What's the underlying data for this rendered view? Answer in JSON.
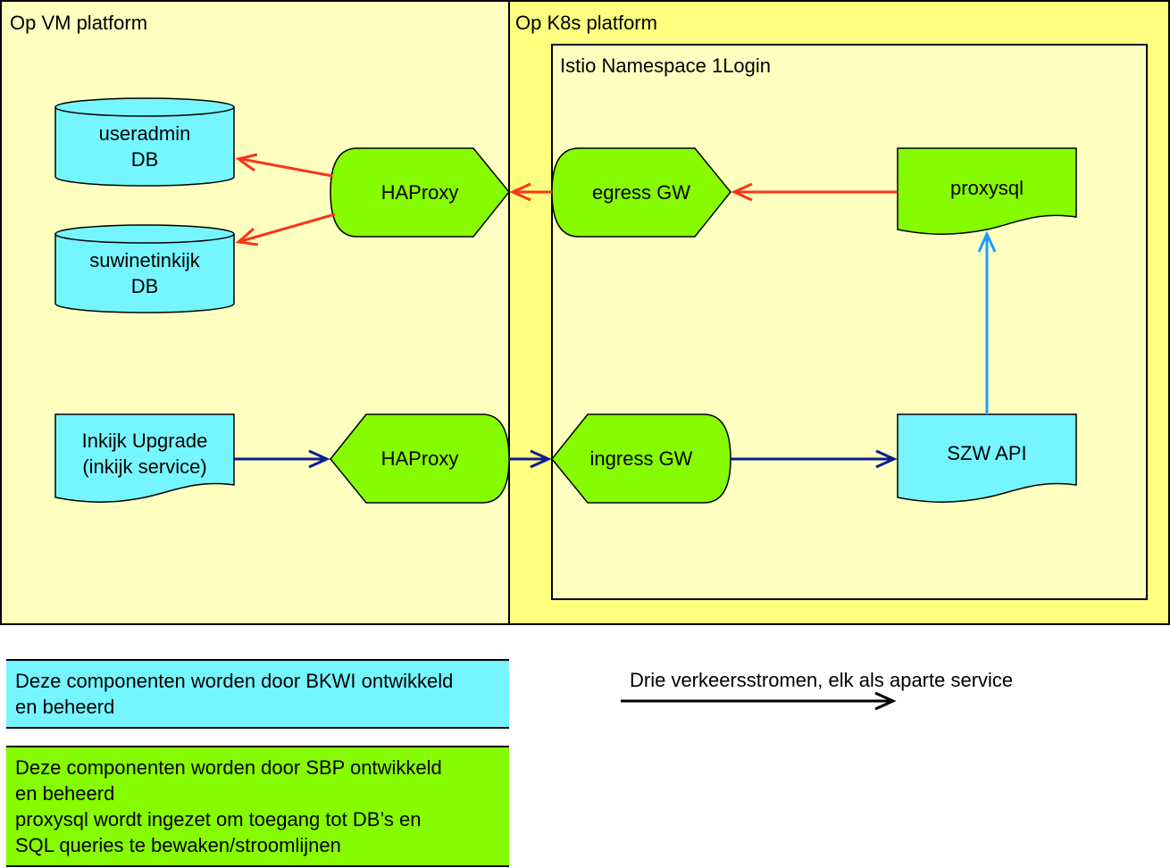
{
  "colors": {
    "vm_platform_bg": "#ffffc0",
    "k8s_platform_bg": "#ffff80",
    "namespace_bg": "#ffffc0",
    "bkwi_cyan": "#75f6ff",
    "sbp_green": "#87fb00",
    "db_flow_red": "#fb3518",
    "api_flow_blue": "#0b1d91",
    "sql_flow_lightblue": "#1f9bff",
    "legend_arrow": "#000000"
  },
  "regions": {
    "vm_platform": "Op VM platform",
    "k8s_platform": "Op K8s platform",
    "namespace": "Istio Namespace 1Login"
  },
  "nodes": {
    "useradmin_db": [
      "useradmin",
      "DB"
    ],
    "suwinet_db": [
      "suwinetinkijk",
      "DB"
    ],
    "haproxy_top": "HAProxy",
    "egress_gw": "egress GW",
    "proxysql": "proxysql",
    "inkijk_upgrade": [
      "Inkijk Upgrade",
      "(inkijk service)"
    ],
    "haproxy_bottom": "HAProxy",
    "ingress_gw": "ingress GW",
    "szw_api": "SZW API"
  },
  "legend": {
    "bkwi": [
      "Deze componenten worden door BKWI ontwikkeld",
      "en beheerd"
    ],
    "sbp": [
      "Deze componenten worden door SBP ontwikkeld",
      "en beheerd",
      "proxysql wordt ingezet om toegang tot DB’s en",
      "SQL queries te bewaken/stroomlijnen"
    ],
    "flows": "Drie verkeersstromen, elk als aparte service"
  }
}
